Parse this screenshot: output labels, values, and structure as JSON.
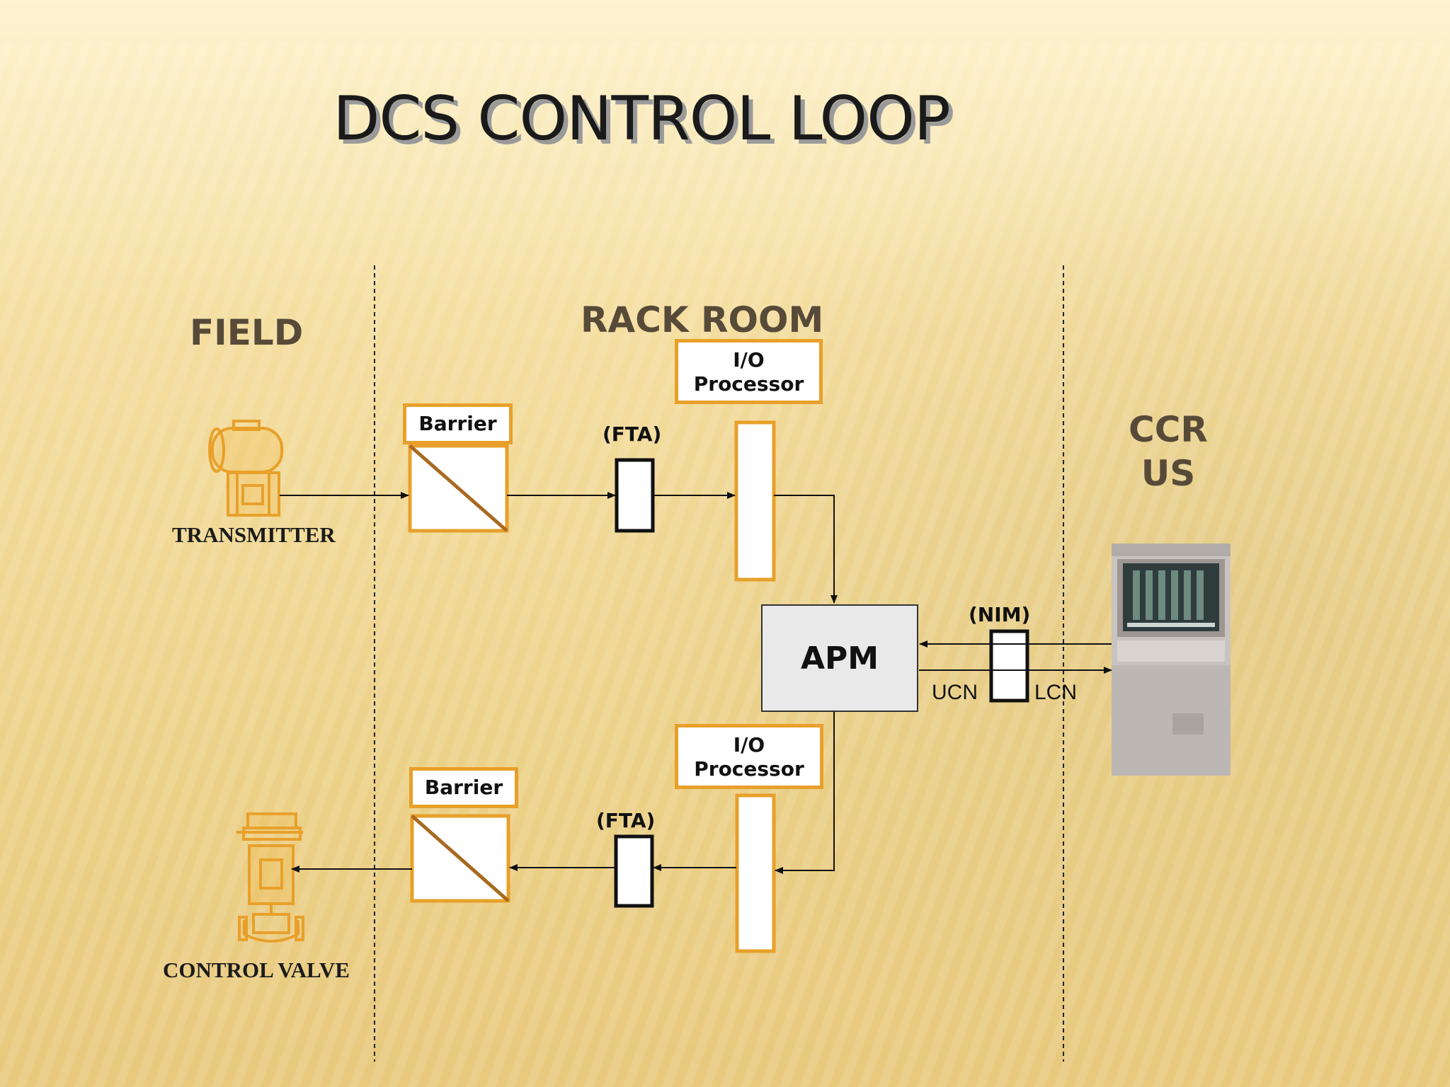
{
  "title": "DCS CONTROL LOOP",
  "regions": {
    "field": "FIELD",
    "rack_room": "RACK ROOM",
    "ccr": "CCR\nUS"
  },
  "devices": {
    "transmitter": "TRANSMITTER",
    "control_valve": "CONTROL VALVE"
  },
  "blocks": {
    "barrier_top": "Barrier",
    "barrier_bottom": "Barrier",
    "fta_top": "(FTA)",
    "fta_bottom": "(FTA)",
    "io_processor_top": "I/O\nProcessor",
    "io_processor_bottom": "I/O\nProcessor",
    "apm": "APM",
    "nim": "(NIM)",
    "ucn": "UCN",
    "lcn": "LCN"
  },
  "colors": {
    "accent_orange": "#e8a02a",
    "region_text": "#574a38",
    "background": "#f4dea0"
  }
}
